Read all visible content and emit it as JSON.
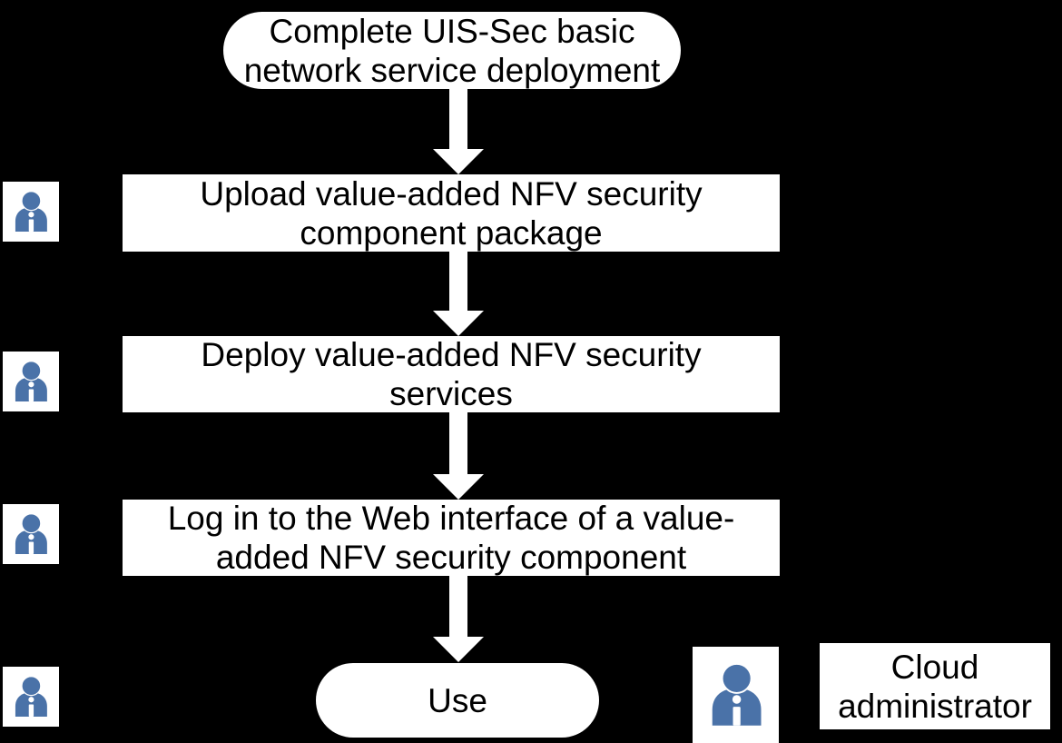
{
  "colors": {
    "background": "#000000",
    "node_fill": "#ffffff",
    "node_text": "#000000",
    "arrow_fill": "#ffffff",
    "person_icon_blue": "#4a72a8"
  },
  "flowchart": {
    "nodes": {
      "start": {
        "type": "terminator",
        "label": "Complete UIS-Sec basic network service deployment",
        "lines": [
          "Complete UIS-Sec basic",
          "network service deployment"
        ]
      },
      "upload": {
        "type": "process",
        "label": "Upload value-added NFV security component package",
        "lines": [
          "Upload value-added NFV security",
          "component package"
        ]
      },
      "deploy": {
        "type": "process",
        "label": "Deploy value-added NFV security services",
        "lines": [
          "Deploy value-added NFV security",
          "services"
        ]
      },
      "login": {
        "type": "process",
        "label": "Log in to the Web interface of a value-added NFV security component",
        "lines": [
          "Log in to the Web interface of a value-",
          "added NFV security component"
        ]
      },
      "use": {
        "type": "terminator",
        "label": "Use",
        "lines": [
          "Use"
        ]
      }
    },
    "flow_order": [
      "start",
      "upload",
      "deploy",
      "login",
      "use"
    ],
    "actor": {
      "label": "Cloud administrator",
      "lines": [
        "Cloud",
        "administrator"
      ],
      "icon": "person-icon",
      "left_icon_count": 4
    }
  }
}
